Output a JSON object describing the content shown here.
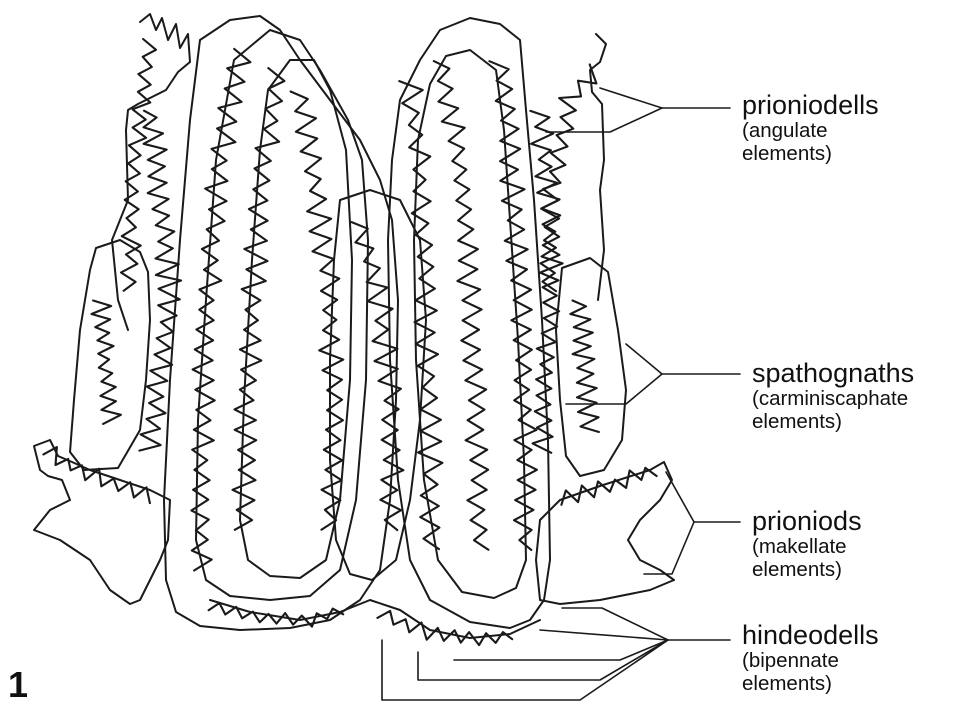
{
  "figure_number": "1",
  "labels": [
    {
      "id": "prioniodells",
      "name": "prioniodells",
      "detail_line1": "(angulate",
      "detail_line2": "elements)"
    },
    {
      "id": "spathognaths",
      "name": "spathognaths",
      "detail_line1": "(carminiscaphate",
      "detail_line2": "elements)"
    },
    {
      "id": "prioniods",
      "name": "prioniods",
      "detail_line1": "(makellate",
      "detail_line2": "elements)"
    },
    {
      "id": "hindeodells",
      "name": "hindeodells",
      "detail_line1": "(bipennate",
      "detail_line2": "elements)"
    }
  ],
  "colors": {
    "ink": "#1a1a1a",
    "background": "#ffffff"
  }
}
